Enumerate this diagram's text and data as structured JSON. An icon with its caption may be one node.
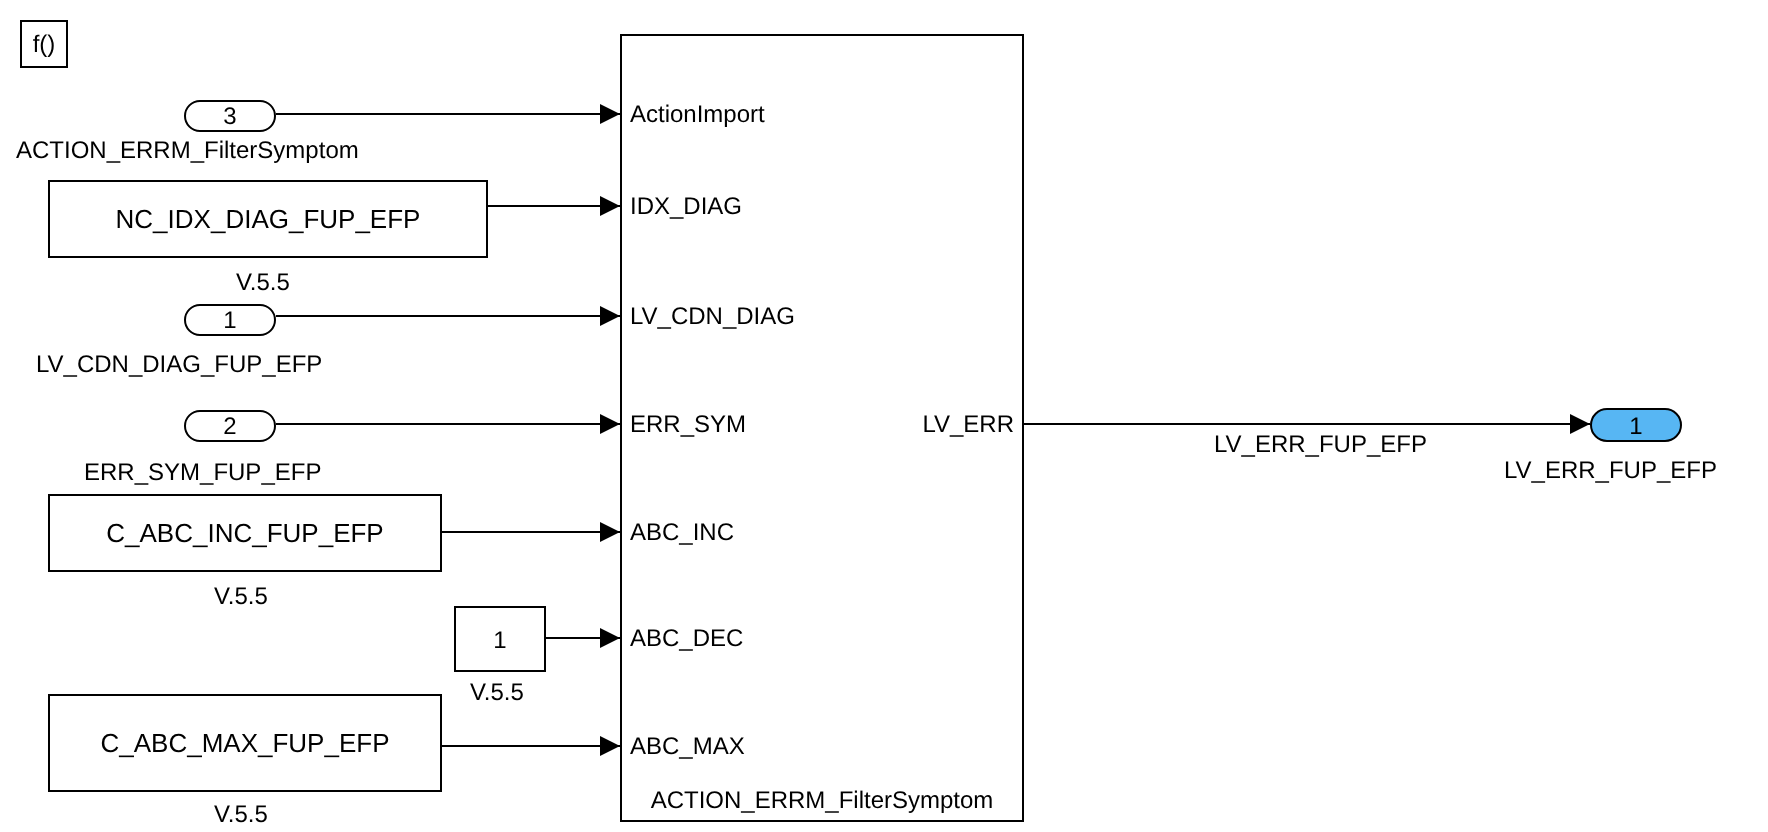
{
  "diagram": {
    "nodes": [
      {
        "text": [
          "f()"
        ]
      },
      {
        "text": [
          "3"
        ],
        "beside": [
          "ACTION_ERRM_FilterSymptom"
        ]
      },
      {
        "text": [
          "NC_IDX_DIAG_FUP_EFP"
        ],
        "beside": [
          "V.5.5"
        ]
      },
      {
        "text": [
          "1"
        ],
        "beside": [
          "LV_CDN_DIAG_FUP_EFP"
        ]
      },
      {
        "text": [
          "2"
        ],
        "beside": [
          "ERR_SYM_FUP_EFP"
        ]
      },
      {
        "text": [
          "C_ABC_INC_FUP_EFP"
        ],
        "beside": [
          "V.5.5"
        ]
      },
      {
        "text": [
          "1"
        ],
        "beside": [
          "V.5.5"
        ]
      },
      {
        "text": [
          "C_ABC_MAX_FUP_EFP"
        ],
        "beside": [
          "V.5.5"
        ]
      },
      {
        "text": [
          "ActionImport",
          "IDX_DIAG",
          "LV_CDN_DIAG",
          "ERR_SYM",
          "ABC_INC",
          "ABC_DEC",
          "ABC_MAX",
          "LV_ERR",
          "ACTION_ERRM_FilterSymptom"
        ]
      },
      {
        "text": [
          "1"
        ],
        "beside": [
          "LV_ERR_FUP_EFP"
        ]
      }
    ],
    "edges": [
      {
        "from": 1,
        "to": 8,
        "arrow": "to"
      },
      {
        "from": 2,
        "to": 8,
        "arrow": "to"
      },
      {
        "from": 3,
        "to": 8,
        "arrow": "to"
      },
      {
        "from": 4,
        "to": 8,
        "arrow": "to"
      },
      {
        "from": 5,
        "to": 8,
        "arrow": "to"
      },
      {
        "from": 6,
        "to": 8,
        "arrow": "to"
      },
      {
        "from": 7,
        "to": 8,
        "arrow": "to"
      },
      {
        "from": 8,
        "to": 9,
        "label": "LV_ERR_FUP_EFP",
        "arrow": "to"
      }
    ]
  }
}
